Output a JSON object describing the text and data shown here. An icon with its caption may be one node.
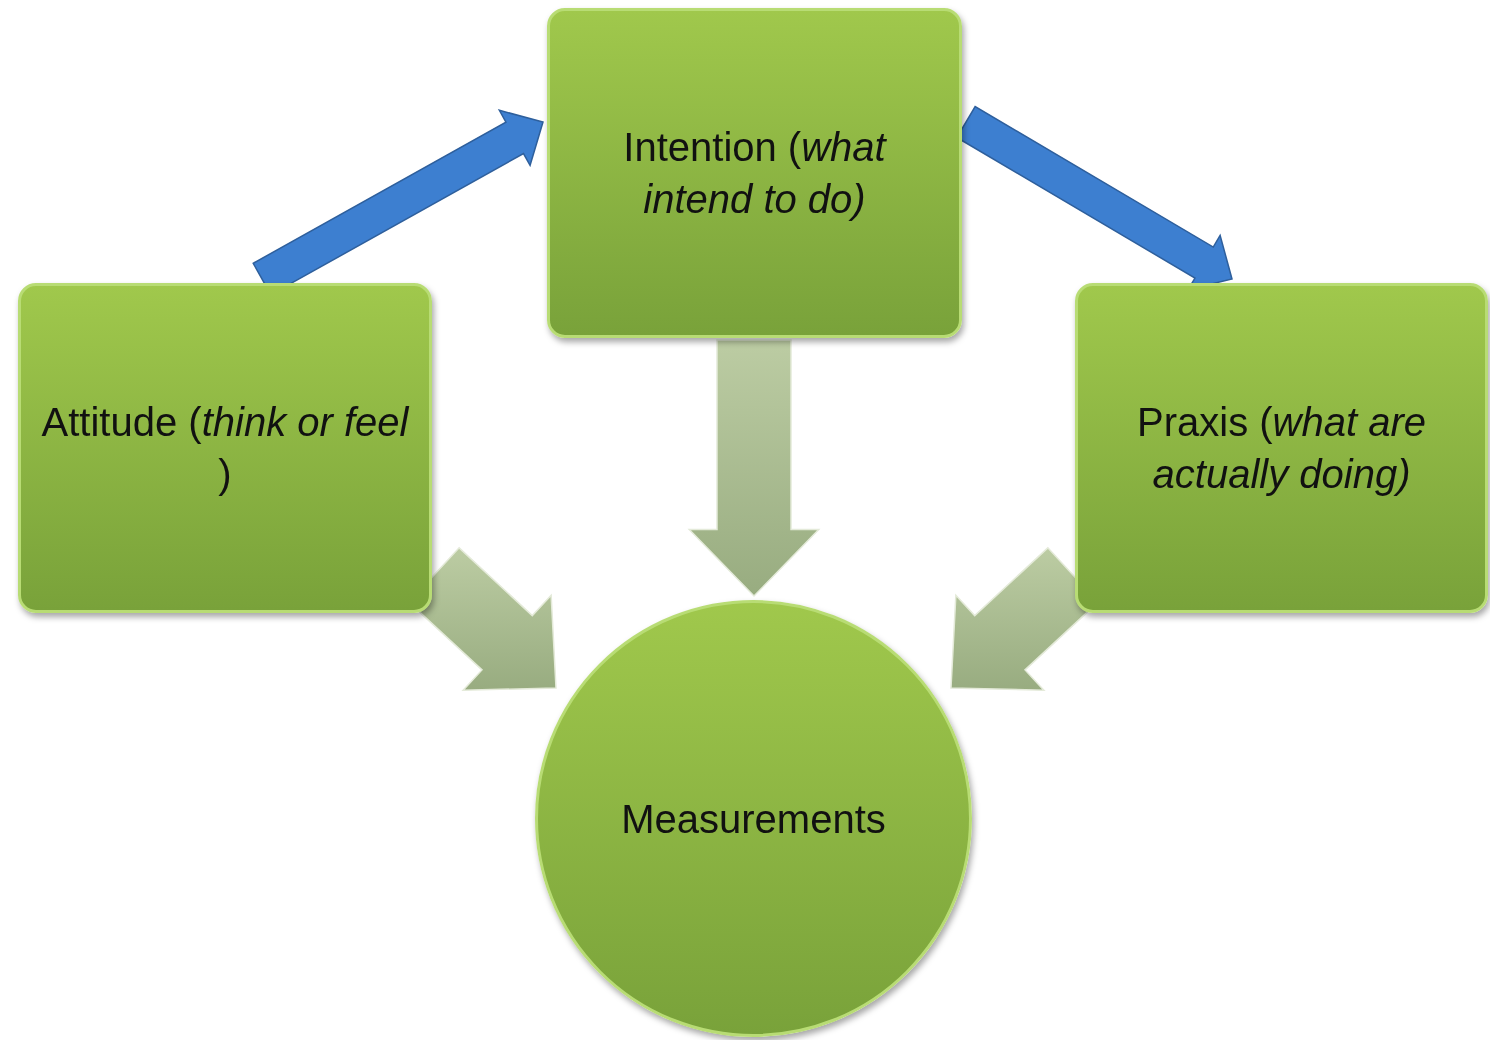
{
  "diagram": {
    "nodes": [
      {
        "text": [
          "Attitude (*think or feel* )"
        ]
      },
      {
        "text": [
          "Intention (*what intend to do)*"
        ]
      },
      {
        "text": [
          "Praxis (*what are actually doing)*"
        ]
      },
      {
        "text": [
          "Measurements"
        ]
      }
    ],
    "edges": [
      {
        "from": 0,
        "to": 1,
        "arrow": "to",
        "style": "thick",
        "color": "#3d7fd0"
      },
      {
        "from": 1,
        "to": 2,
        "arrow": "to",
        "style": "thick",
        "color": "#3d7fd0"
      },
      {
        "from": 0,
        "to": 3,
        "arrow": "to",
        "style": "thick"
      },
      {
        "from": 1,
        "to": 3,
        "arrow": "to",
        "style": "thick"
      },
      {
        "from": 2,
        "to": 3,
        "arrow": "to",
        "style": "thick"
      }
    ]
  }
}
